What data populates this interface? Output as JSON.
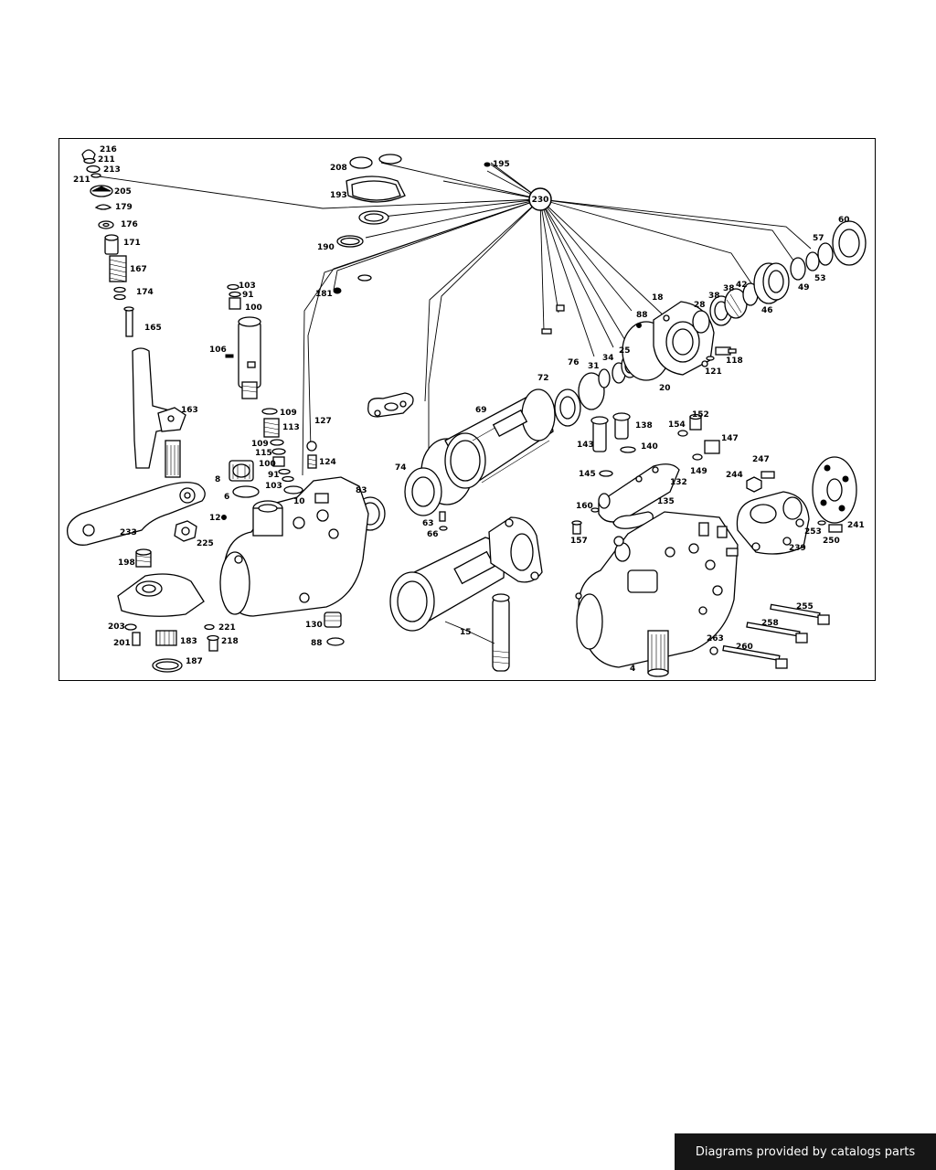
{
  "hub": {
    "label": "230"
  },
  "labels": [
    {
      "id": "216",
      "t": "216"
    },
    {
      "id": "211a",
      "t": "211"
    },
    {
      "id": "213",
      "t": "213"
    },
    {
      "id": "211b",
      "t": "211"
    },
    {
      "id": "205",
      "t": "205"
    },
    {
      "id": "179",
      "t": "179"
    },
    {
      "id": "176",
      "t": "176"
    },
    {
      "id": "171",
      "t": "171"
    },
    {
      "id": "167",
      "t": "167"
    },
    {
      "id": "174",
      "t": "174"
    },
    {
      "id": "165",
      "t": "165"
    },
    {
      "id": "163",
      "t": "163"
    },
    {
      "id": "233",
      "t": "233"
    },
    {
      "id": "225",
      "t": "225"
    },
    {
      "id": "198",
      "t": "198"
    },
    {
      "id": "203",
      "t": "203"
    },
    {
      "id": "201",
      "t": "201"
    },
    {
      "id": "183",
      "t": "183"
    },
    {
      "id": "187",
      "t": "187"
    },
    {
      "id": "221",
      "t": "221"
    },
    {
      "id": "218",
      "t": "218"
    },
    {
      "id": "12",
      "t": "12"
    },
    {
      "id": "6",
      "t": "6"
    },
    {
      "id": "8",
      "t": "8"
    },
    {
      "id": "103a",
      "t": "103"
    },
    {
      "id": "91a",
      "t": "91"
    },
    {
      "id": "100a",
      "t": "100"
    },
    {
      "id": "106",
      "t": "106"
    },
    {
      "id": "109a",
      "t": "109"
    },
    {
      "id": "113",
      "t": "113"
    },
    {
      "id": "109b",
      "t": "109"
    },
    {
      "id": "115",
      "t": "115"
    },
    {
      "id": "100b",
      "t": "100"
    },
    {
      "id": "91b",
      "t": "91"
    },
    {
      "id": "103b",
      "t": "103"
    },
    {
      "id": "10",
      "t": "10"
    },
    {
      "id": "127",
      "t": "127"
    },
    {
      "id": "124",
      "t": "124"
    },
    {
      "id": "83",
      "t": "83"
    },
    {
      "id": "130",
      "t": "130"
    },
    {
      "id": "88a",
      "t": "88"
    },
    {
      "id": "208",
      "t": "208"
    },
    {
      "id": "193",
      "t": "193"
    },
    {
      "id": "195",
      "t": "195"
    },
    {
      "id": "190",
      "t": "190"
    },
    {
      "id": "181",
      "t": "181"
    },
    {
      "id": "74",
      "t": "74"
    },
    {
      "id": "69",
      "t": "69"
    },
    {
      "id": "72",
      "t": "72"
    },
    {
      "id": "76",
      "t": "76"
    },
    {
      "id": "31",
      "t": "31"
    },
    {
      "id": "34",
      "t": "34"
    },
    {
      "id": "25",
      "t": "25"
    },
    {
      "id": "63",
      "t": "63"
    },
    {
      "id": "66",
      "t": "66"
    },
    {
      "id": "15",
      "t": "15"
    },
    {
      "id": "88b",
      "t": "88"
    },
    {
      "id": "18",
      "t": "18"
    },
    {
      "id": "20",
      "t": "20"
    },
    {
      "id": "28",
      "t": "28"
    },
    {
      "id": "38a",
      "t": "38"
    },
    {
      "id": "38b",
      "t": "38"
    },
    {
      "id": "42",
      "t": "42"
    },
    {
      "id": "46",
      "t": "46"
    },
    {
      "id": "49",
      "t": "49"
    },
    {
      "id": "53",
      "t": "53"
    },
    {
      "id": "57",
      "t": "57"
    },
    {
      "id": "60",
      "t": "60"
    },
    {
      "id": "118",
      "t": "118"
    },
    {
      "id": "121",
      "t": "121"
    },
    {
      "id": "143",
      "t": "143"
    },
    {
      "id": "138",
      "t": "138"
    },
    {
      "id": "140",
      "t": "140"
    },
    {
      "id": "154",
      "t": "154"
    },
    {
      "id": "152",
      "t": "152"
    },
    {
      "id": "147",
      "t": "147"
    },
    {
      "id": "149",
      "t": "149"
    },
    {
      "id": "145",
      "t": "145"
    },
    {
      "id": "132",
      "t": "132"
    },
    {
      "id": "135",
      "t": "135"
    },
    {
      "id": "160",
      "t": "160"
    },
    {
      "id": "157",
      "t": "157"
    },
    {
      "id": "244",
      "t": "244"
    },
    {
      "id": "247",
      "t": "247"
    },
    {
      "id": "239",
      "t": "239"
    },
    {
      "id": "253",
      "t": "253"
    },
    {
      "id": "250",
      "t": "250"
    },
    {
      "id": "241",
      "t": "241"
    },
    {
      "id": "255",
      "t": "255"
    },
    {
      "id": "258",
      "t": "258"
    },
    {
      "id": "263",
      "t": "263"
    },
    {
      "id": "260",
      "t": "260"
    },
    {
      "id": "4",
      "t": "4"
    }
  ],
  "footer": {
    "text": "Diagrams provided by catalogs parts"
  }
}
